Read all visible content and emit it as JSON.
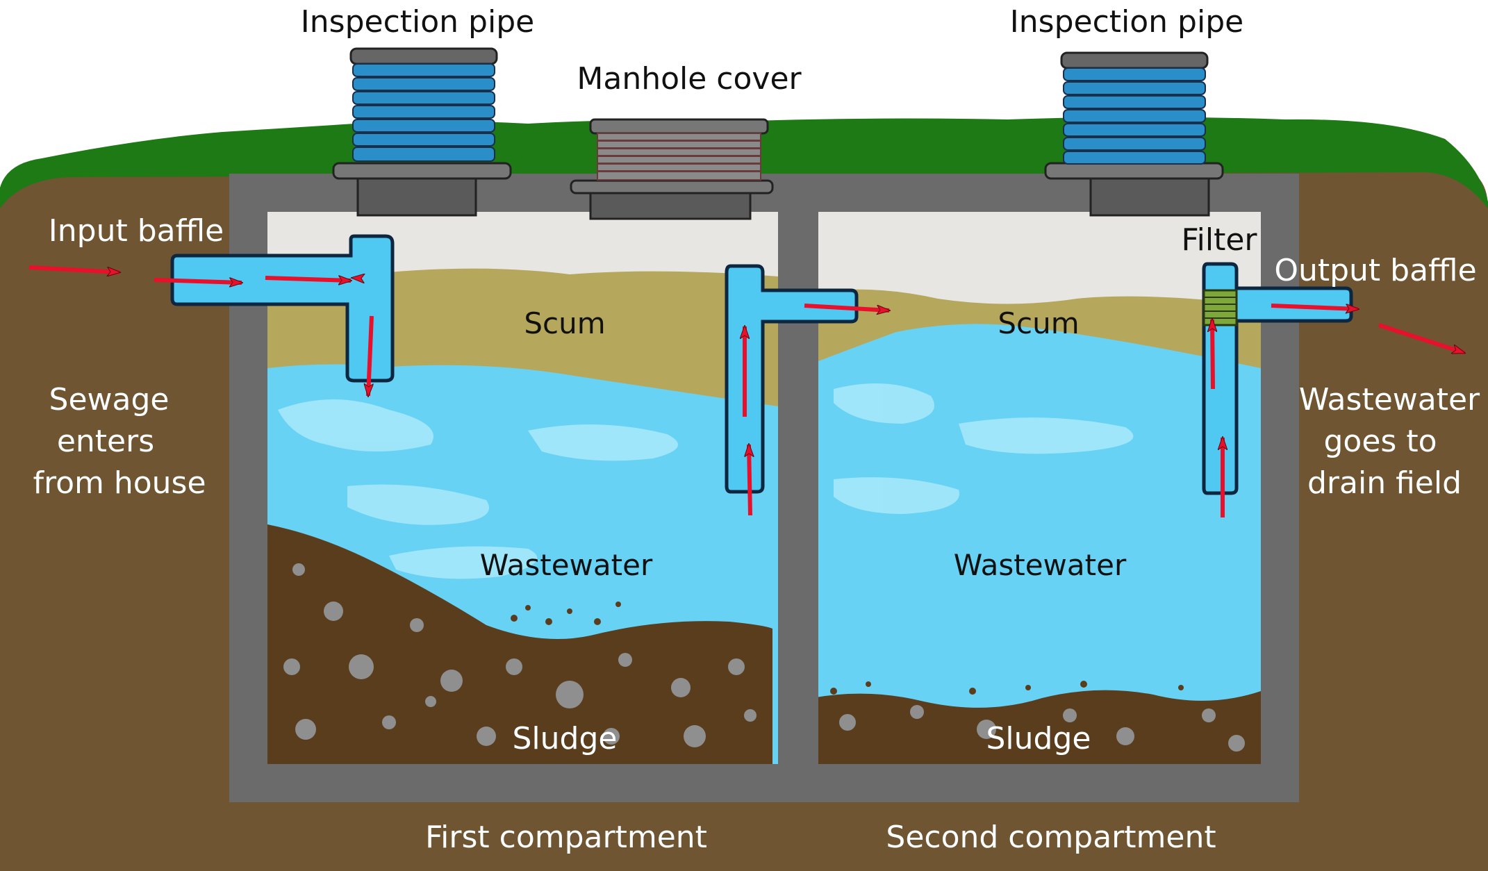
{
  "labels": {
    "inspection_pipe_left": "Inspection pipe",
    "inspection_pipe_right": "Inspection pipe",
    "manhole_cover": "Manhole cover",
    "input_baffle": "Input baffle",
    "filter": "Filter",
    "output_baffle": "Output baffle",
    "scum_left": "Scum",
    "scum_right": "Scum",
    "wastewater_left": "Wastewater",
    "wastewater_right": "Wastewater",
    "sludge_left": "Sludge",
    "sludge_right": "Sludge",
    "sewage_line1": "Sewage",
    "sewage_line2": "enters",
    "sewage_line3": "from house",
    "drain_line1": "Wastewater",
    "drain_line2": "goes to",
    "drain_line3": "drain field",
    "first_compartment": "First compartment",
    "second_compartment": "Second compartment"
  },
  "colors": {
    "soil": "#6f5532",
    "grass": "#1e7a14",
    "tank_wall": "#6b6b6b",
    "air": "#e8e6e3",
    "scum": "#b5a75c",
    "water": "#68d2f5",
    "water_light": "#a6e8fb",
    "sludge": "#5a3d1c",
    "pipe": "#4fc8f2",
    "arrow": "#e8102a",
    "filter": "#7fa83a",
    "inspection_blue": "#2a8fc8"
  },
  "icons": [
    "flow-arrow-icon",
    "inspection-pipe-icon",
    "manhole-cover-icon",
    "filter-icon"
  ]
}
